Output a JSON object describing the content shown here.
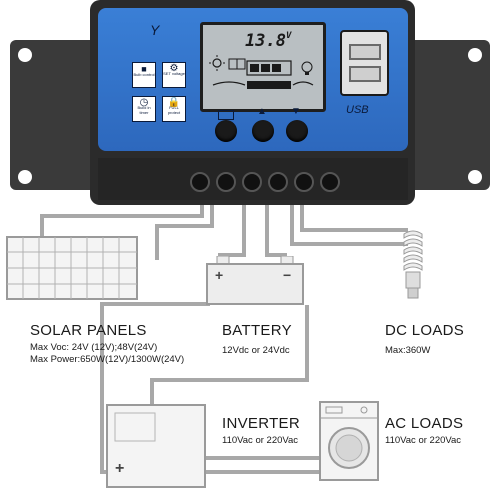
{
  "lcd": {
    "voltage": "13.8",
    "unit": "V"
  },
  "controller": {
    "usb_label": "USB",
    "signal_symbol": "Y",
    "icons": [
      "sun-icon",
      "panel-icon",
      "battery-icon",
      "bulb-icon",
      "load-icon"
    ],
    "button_labels": {
      "bulb_control": "Bulb control",
      "set_voltage": "SET voltage",
      "build_timer": "Build in timer",
      "full_protect": "FULL protect"
    }
  },
  "components": {
    "solar": {
      "title": "SOLAR PANELS",
      "lines": [
        "Max Voc: 24V (12V);48V(24V)",
        "Max Power:650W(12V)/1300W(24V)"
      ]
    },
    "battery": {
      "title": "BATTERY",
      "spec": "12Vdc or 24Vdc"
    },
    "dc_loads": {
      "title": "DC LOADS",
      "spec": "Max:360W"
    },
    "inverter": {
      "title": "INVERTER",
      "spec": "110Vac or 220Vac"
    },
    "ac_loads": {
      "title": "AC LOADS",
      "spec": "110Vac or 220Vac"
    }
  },
  "colors": {
    "panel_blue": "#2f6fc7",
    "housing_black": "#2b2b2b",
    "lcd_gray": "#b9bfc2",
    "wire_gray": "#a8a8a8"
  }
}
